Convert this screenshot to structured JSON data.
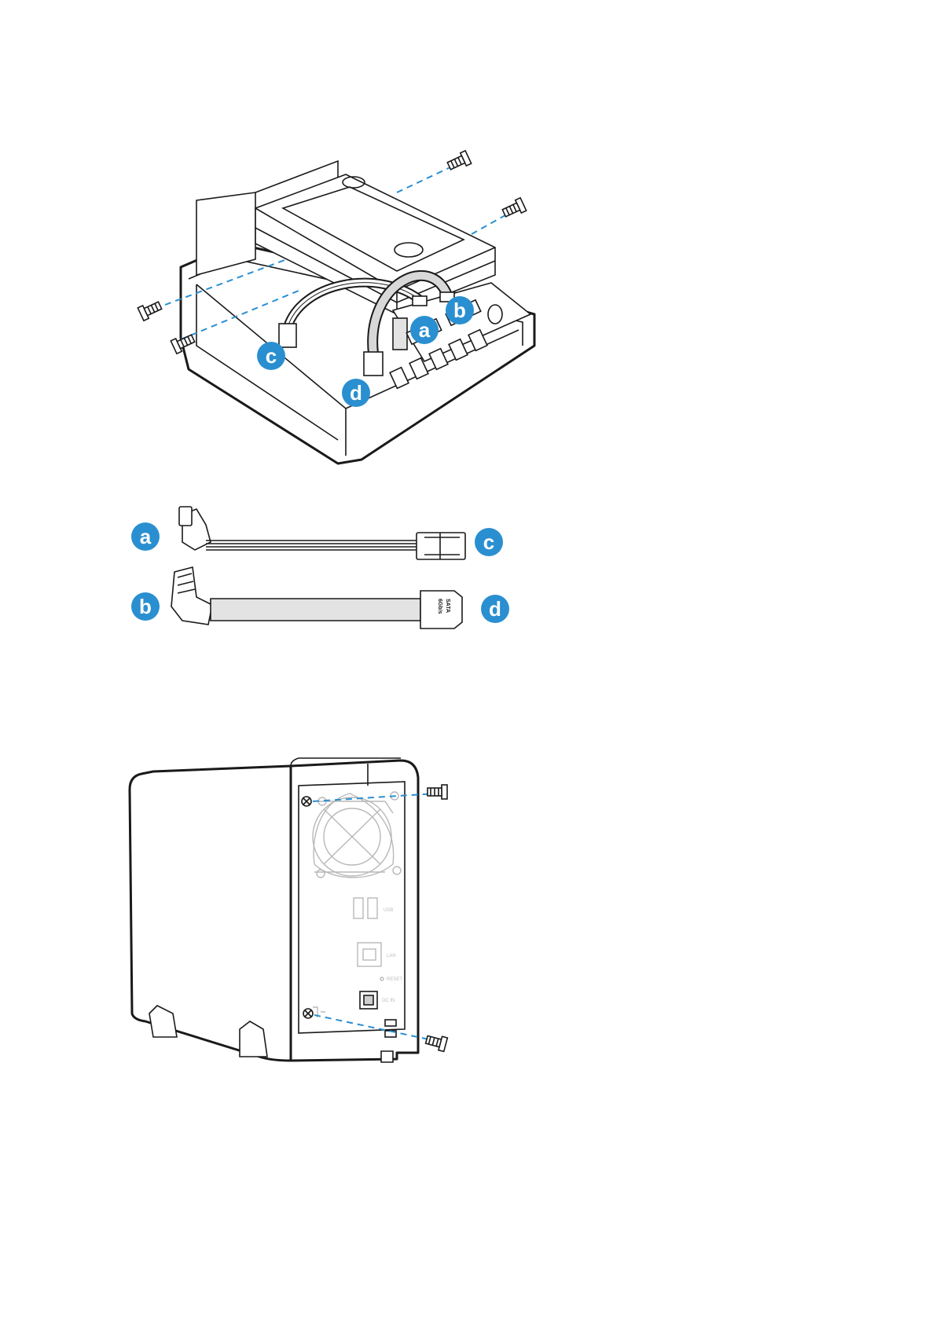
{
  "figure_top": {
    "callouts": {
      "a": "a",
      "b": "b",
      "c": "c",
      "d": "d"
    }
  },
  "cable_legend": {
    "row1": {
      "left": "a",
      "right": "c"
    },
    "row2": {
      "left": "b",
      "right": "d"
    },
    "connector_text": [
      "6Gb/s",
      "SATA"
    ]
  },
  "figure_bottom": {
    "port_labels": [
      "USB",
      "LAN",
      "RESET",
      "DC IN"
    ]
  },
  "colors": {
    "callout": "#2a8fd0",
    "line": "#1a1a1a",
    "dashed_guide": "#2a8fd0"
  }
}
